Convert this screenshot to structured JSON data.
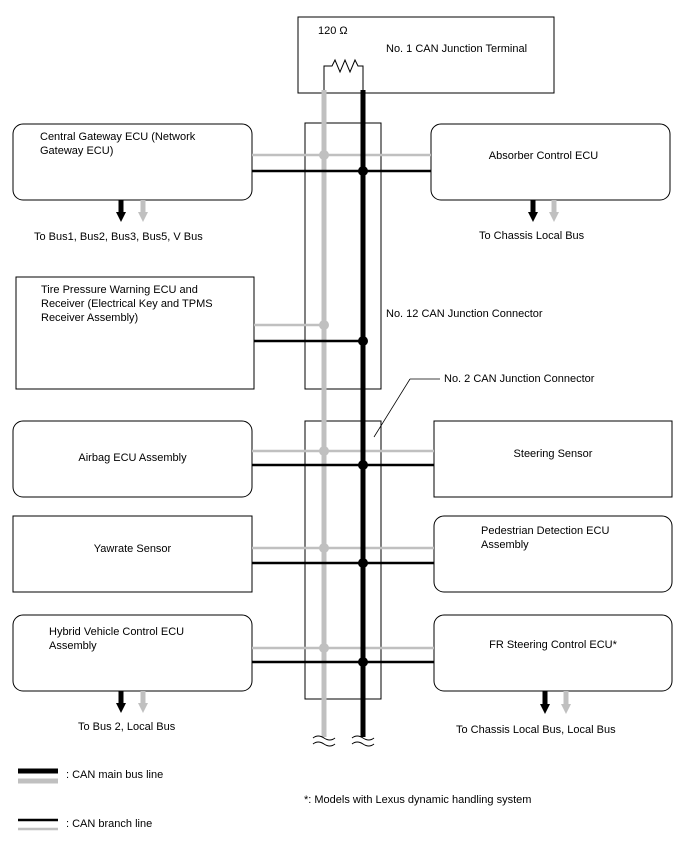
{
  "terminal": {
    "resistor_label": "120 Ω",
    "name": "No. 1 CAN Junction Terminal"
  },
  "connectors": {
    "no12": "No. 12 CAN Junction Connector",
    "no2": "No. 2 CAN Junction Connector"
  },
  "ecus": {
    "central_gateway": "Central Gateway ECU (Network Gateway ECU)",
    "absorber": "Absorber Control ECU",
    "tire_pressure": "Tire Pressure Warning ECU and Receiver (Electrical Key and TPMS Receiver Assembly)",
    "airbag": "Airbag ECU Assembly",
    "steering_sensor": "Steering Sensor",
    "yawrate": "Yawrate Sensor",
    "pedestrian": "Pedestrian Detection ECU Assembly",
    "hybrid": "Hybrid Vehicle Control ECU Assembly",
    "fr_steering": "FR Steering Control ECU*"
  },
  "bus_labels": {
    "gateway_out": "To Bus1, Bus2, Bus3, Bus5, V Bus",
    "absorber_out": "To Chassis Local Bus",
    "hybrid_out": "To Bus 2, Local Bus",
    "fr_out": "To Chassis Local Bus, Local Bus"
  },
  "legend": {
    "main_bus": ": CAN main bus line",
    "branch": ": CAN branch line",
    "footnote": "*: Models with Lexus dynamic handling system"
  },
  "colors": {
    "can_high": "#000000",
    "can_low": "#c0c0c0"
  }
}
